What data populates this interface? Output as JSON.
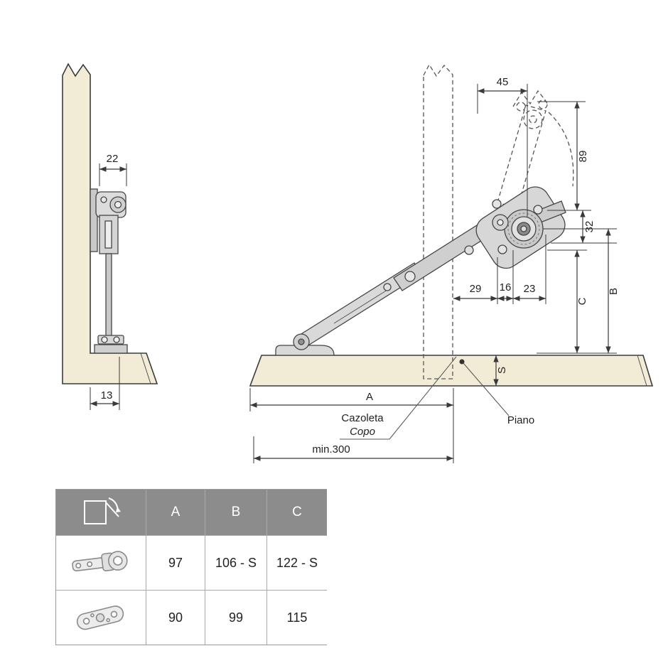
{
  "diagram_left": {
    "dim_width": "22",
    "dim_offset": "13"
  },
  "diagram_right": {
    "dim_top": "45",
    "dim_height1": "89",
    "dim_height2": "32",
    "dim_h1": "29",
    "dim_h2": "16",
    "dim_h3": "23",
    "dim_c": "C",
    "dim_b": "B",
    "dim_s": "S",
    "dim_a": "A",
    "dim_min": "min.300",
    "label_cazoleta": "Cazoleta",
    "label_copo": "Copo",
    "label_piano": "Piano"
  },
  "table": {
    "headers": {
      "a": "A",
      "b": "B",
      "c": "C"
    },
    "rows": [
      {
        "hinge": "cup-hinge",
        "values": [
          "97",
          "106 - S",
          "122 - S"
        ]
      },
      {
        "hinge": "mounting-plate",
        "values": [
          "90",
          "99",
          "115"
        ]
      }
    ]
  },
  "colors": {
    "panel_wood": "#f2ecd6",
    "line": "#3c3c3c",
    "table_header": "#8c8c8c"
  }
}
